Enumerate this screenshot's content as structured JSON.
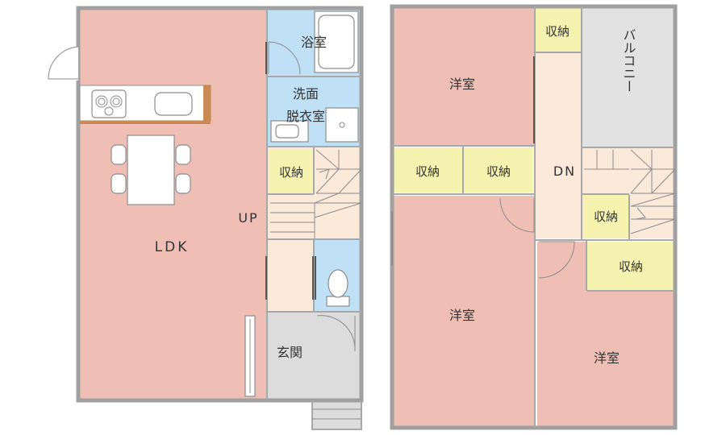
{
  "colors": {
    "room": "#efbfb6",
    "wet": "#bfe0f5",
    "storage": "#f6f3b0",
    "stair": "#fbe9da",
    "entrance": "#dcdcdc",
    "balcony": "#e2e2e2",
    "wall": "#a0a0a0",
    "counter": "#c98a58"
  },
  "floor1": {
    "ldk": "LDK",
    "up": "UP",
    "bath": "浴室",
    "washroom_line1": "洗面",
    "washroom_line2": "脱衣室",
    "storage": "収納",
    "entrance": "玄関"
  },
  "floor2": {
    "western_room_top": "洋室",
    "western_room_bottom": "洋室",
    "western_room_right": "洋室",
    "storage_top": "収納",
    "storage_left_a": "収納",
    "storage_left_b": "収納",
    "storage_stair": "収納",
    "storage_right": "収納",
    "dn": "DN",
    "balcony": "バルコニー"
  }
}
